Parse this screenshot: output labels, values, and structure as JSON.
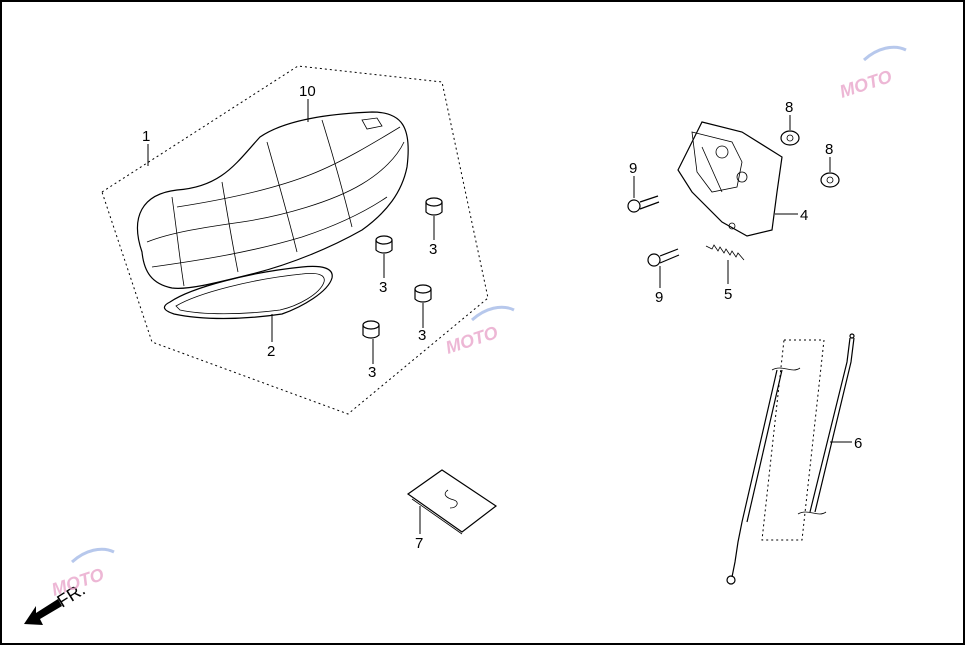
{
  "diagram": {
    "callouts": [
      {
        "id": "1",
        "label": "1"
      },
      {
        "id": "10",
        "label": "10"
      },
      {
        "id": "2",
        "label": "2"
      },
      {
        "id": "3a",
        "label": "3"
      },
      {
        "id": "3b",
        "label": "3"
      },
      {
        "id": "3c",
        "label": "3"
      },
      {
        "id": "3d",
        "label": "3"
      },
      {
        "id": "4",
        "label": "4"
      },
      {
        "id": "5",
        "label": "5"
      },
      {
        "id": "6",
        "label": "6"
      },
      {
        "id": "7",
        "label": "7"
      },
      {
        "id": "8a",
        "label": "8"
      },
      {
        "id": "8b",
        "label": "8"
      },
      {
        "id": "9a",
        "label": "9"
      },
      {
        "id": "9b",
        "label": "9"
      }
    ],
    "front_indicator": "FR.",
    "watermark": {
      "text": "MOTO",
      "colors": {
        "pink": "#e8a0c8",
        "gray": "#b0b0b0",
        "blue": "#9fb6e6"
      }
    }
  }
}
